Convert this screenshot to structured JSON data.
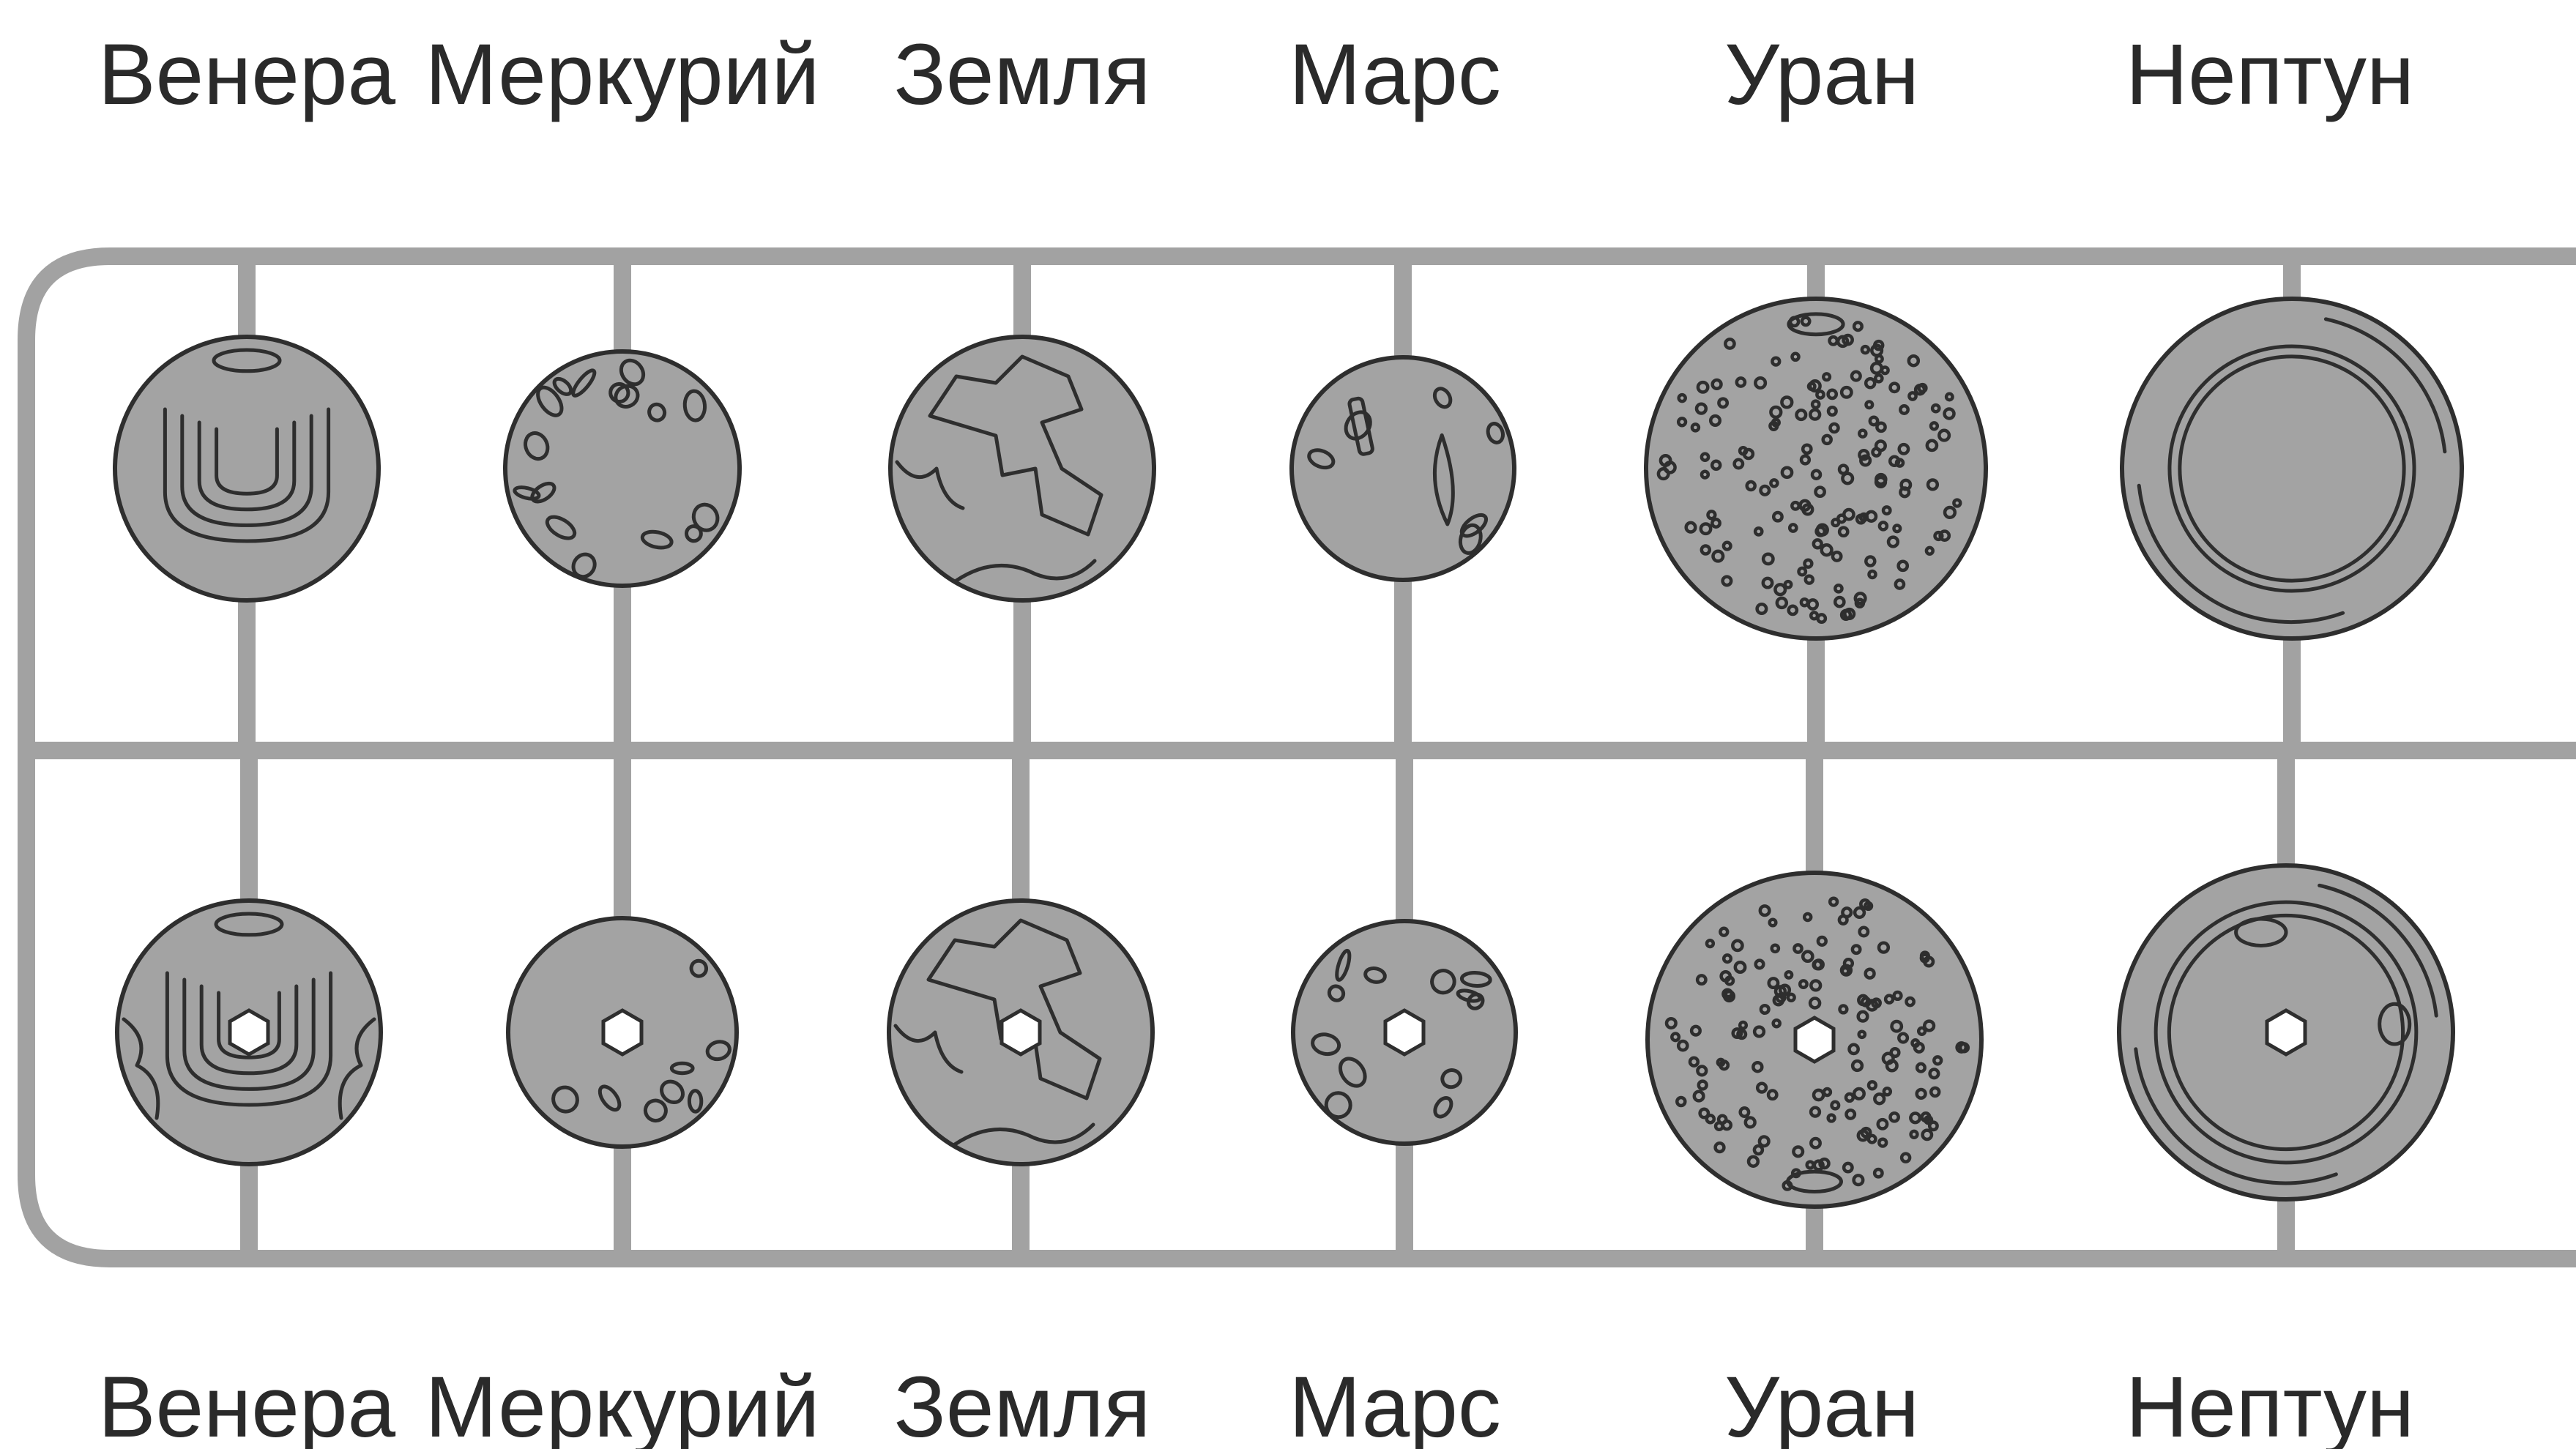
{
  "top_labels": [
    "Венера",
    "Меркурий",
    "Земля",
    "Марс",
    "Уран",
    "Нептун"
  ],
  "bottom_labels": [
    "Венера",
    "Меркурий",
    "Земля",
    "Марс",
    "Уран",
    "Нептун"
  ],
  "planets": [
    {
      "name": "Венера",
      "pattern": "venus"
    },
    {
      "name": "Меркурий",
      "pattern": "mercury"
    },
    {
      "name": "Земля",
      "pattern": "earth"
    },
    {
      "name": "Марс",
      "pattern": "mars"
    },
    {
      "name": "Уран",
      "pattern": "uranus"
    },
    {
      "name": "Нептун",
      "pattern": "neptune"
    }
  ],
  "colors": {
    "frame": "#a2a2a2",
    "disc": "#a3a3a3",
    "outline": "#2e2e2e",
    "text": "#2a2a2a"
  }
}
